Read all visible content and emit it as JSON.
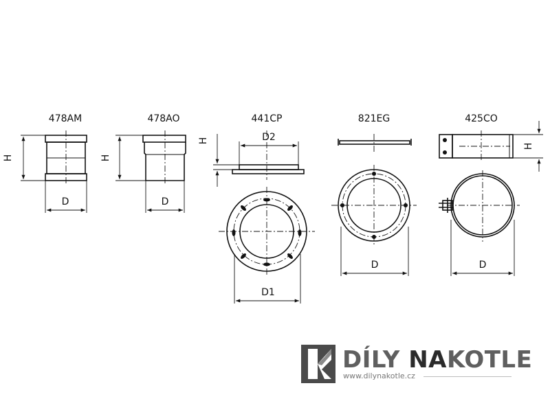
{
  "parts": [
    {
      "code": "478AM",
      "labels": [
        "H",
        "D"
      ]
    },
    {
      "code": "478AO",
      "labels": [
        "H",
        "D"
      ]
    },
    {
      "code": "441CP",
      "labels": [
        "H",
        "D2",
        "D1"
      ]
    },
    {
      "code": "821EG",
      "labels": [
        "D"
      ]
    },
    {
      "code": "425CO",
      "labels": [
        "H",
        "D"
      ]
    }
  ],
  "logo": {
    "brand_part1": "DÍLY",
    "brand_part2": "NA",
    "brand_part3": "KOTLE",
    "url": "www.dilynakotle.cz",
    "colors": {
      "text": "#5f5f5f",
      "mark_dark": "#4a4a4a",
      "mark_light": "#8a8a8a"
    }
  }
}
